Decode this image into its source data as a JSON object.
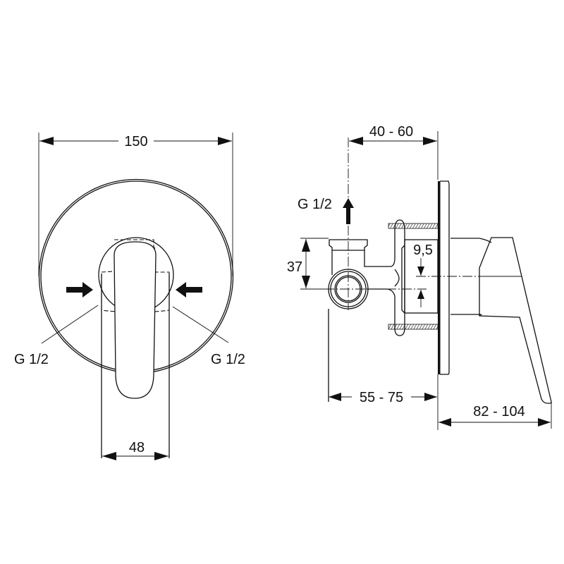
{
  "drawing": {
    "front_view": {
      "width_dimension": "150",
      "lever_width_dimension": "48",
      "inlet_left_label": "G 1/2",
      "inlet_right_label": "G 1/2"
    },
    "side_view": {
      "outlet_label": "G 1/2",
      "wall_depth_dimension": "40 - 60",
      "body_height_dimension": "37",
      "offset_dimension": "9,5",
      "body_depth_dimension": "55 - 75",
      "projection_dimension": "82 - 104"
    },
    "colors": {
      "line": "#111111",
      "background": "#ffffff"
    }
  }
}
